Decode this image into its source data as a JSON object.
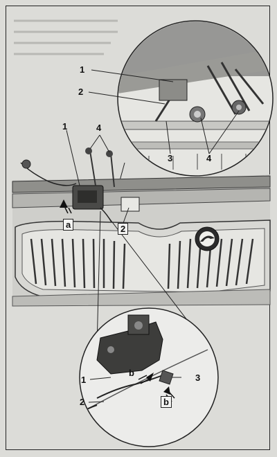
{
  "labels": {
    "top_1": "1",
    "top_2": "2",
    "top_3": "3",
    "top_4": "4",
    "mid_1": "1",
    "mid_4": "4",
    "mid_a": "a",
    "mid_2": "2",
    "bot_1": "1",
    "bot_b_top": "b",
    "bot_3": "3",
    "bot_b": "b",
    "bot_2": "2"
  },
  "colors": {
    "background": "#dcdcd8",
    "line": "#222222",
    "shade": "#8a8a88",
    "dark": "#3a3a3a",
    "light": "#f4f4f2"
  },
  "icons": {
    "brand_badge": "skoda-arrow-logo"
  }
}
